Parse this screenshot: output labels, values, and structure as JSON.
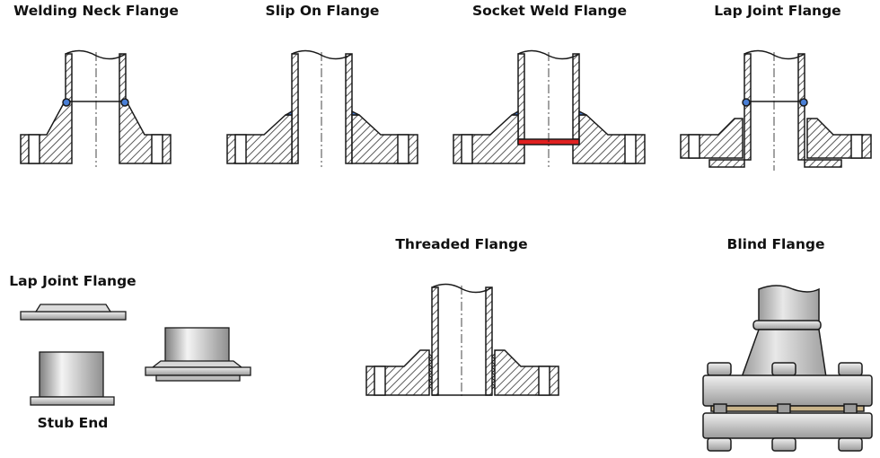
{
  "titles": {
    "welding_neck": "Welding Neck Flange",
    "slip_on": "Slip On Flange",
    "socket_weld": "Socket Weld Flange",
    "lap_joint_top": "Lap Joint Flange",
    "lap_joint_bottom": "Lap Joint Flange",
    "stub_end": "Stub End",
    "threaded": "Threaded Flange",
    "blind": "Blind Flange"
  },
  "colors": {
    "outline": "#1a1a1a",
    "hatch": "#333333",
    "weld_bead": "#4a7fd6",
    "socket_gap_ring": "#e02020",
    "metal_light": "#e6e6e6",
    "metal_mid": "#b5b5b5",
    "metal_dark": "#8a8a8a",
    "gasket": "#c9b48a"
  }
}
